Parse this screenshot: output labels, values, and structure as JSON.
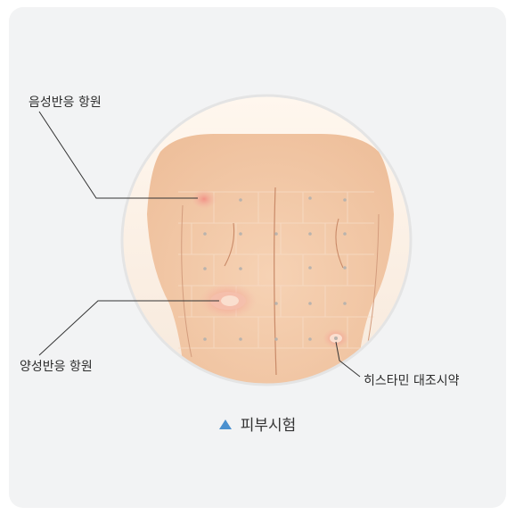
{
  "labels": {
    "negative": "음성반응 항원",
    "positive": "양성반응 항원",
    "histamine": "히스타민 대조시약"
  },
  "caption": "피부시험",
  "icons": {
    "caption_marker": "triangle-up-icon"
  },
  "colors": {
    "panel": "#f2f3f4",
    "skin": "#f2c9a7",
    "reaction": "#ef9a8a",
    "marker": "#4a90cf",
    "leader_line": "#333333"
  }
}
